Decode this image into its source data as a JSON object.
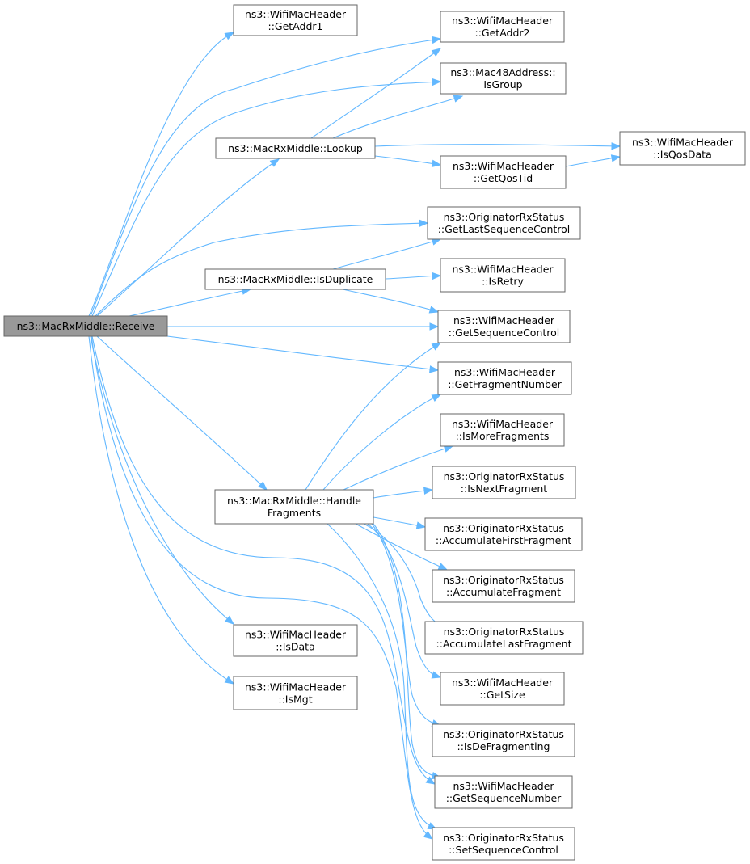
{
  "nodes": [
    {
      "id": "receive",
      "lines": [
        "ns3::MacRxMiddle::Receive"
      ],
      "root": true
    },
    {
      "id": "getaddr1",
      "lines": [
        "ns3::WifiMacHeader",
        "::GetAddr1"
      ]
    },
    {
      "id": "getaddr2",
      "lines": [
        "ns3::WifiMacHeader",
        "::GetAddr2"
      ]
    },
    {
      "id": "isgroup",
      "lines": [
        "ns3::Mac48Address::",
        "IsGroup"
      ]
    },
    {
      "id": "lookup",
      "lines": [
        "ns3::MacRxMiddle::Lookup"
      ]
    },
    {
      "id": "isqosdata",
      "lines": [
        "ns3::WifiMacHeader",
        "::IsQosData"
      ]
    },
    {
      "id": "getqostid",
      "lines": [
        "ns3::WifiMacHeader",
        "::GetQosTid"
      ]
    },
    {
      "id": "getlastseq",
      "lines": [
        "ns3::OriginatorRxStatus",
        "::GetLastSequenceControl"
      ]
    },
    {
      "id": "isduplicate",
      "lines": [
        "ns3::MacRxMiddle::IsDuplicate"
      ]
    },
    {
      "id": "isretry",
      "lines": [
        "ns3::WifiMacHeader",
        "::IsRetry"
      ]
    },
    {
      "id": "getseqctrl",
      "lines": [
        "ns3::WifiMacHeader",
        "::GetSequenceControl"
      ]
    },
    {
      "id": "getfragnum",
      "lines": [
        "ns3::WifiMacHeader",
        "::GetFragmentNumber"
      ]
    },
    {
      "id": "ismorefrag",
      "lines": [
        "ns3::WifiMacHeader",
        "::IsMoreFragments"
      ]
    },
    {
      "id": "handlefrag",
      "lines": [
        "ns3::MacRxMiddle::Handle",
        "Fragments"
      ]
    },
    {
      "id": "isnextfrag",
      "lines": [
        "ns3::OriginatorRxStatus",
        "::IsNextFragment"
      ]
    },
    {
      "id": "accfirst",
      "lines": [
        "ns3::OriginatorRxStatus",
        "::AccumulateFirstFragment"
      ]
    },
    {
      "id": "accfrag",
      "lines": [
        "ns3::OriginatorRxStatus",
        "::AccumulateFragment"
      ]
    },
    {
      "id": "acclast",
      "lines": [
        "ns3::OriginatorRxStatus",
        "::AccumulateLastFragment"
      ]
    },
    {
      "id": "isdata",
      "lines": [
        "ns3::WifiMacHeader",
        "::IsData"
      ]
    },
    {
      "id": "getsize",
      "lines": [
        "ns3::WifiMacHeader",
        "::GetSize"
      ]
    },
    {
      "id": "ismgt",
      "lines": [
        "ns3::WifiMacHeader",
        "::IsMgt"
      ]
    },
    {
      "id": "isdefrag",
      "lines": [
        "ns3::OriginatorRxStatus",
        "::IsDeFragmenting"
      ]
    },
    {
      "id": "getseqnum",
      "lines": [
        "ns3::WifiMacHeader",
        "::GetSequenceNumber"
      ]
    },
    {
      "id": "setseqctrl",
      "lines": [
        "ns3::OriginatorRxStatus",
        "::SetSequenceControl"
      ]
    }
  ],
  "edges": [
    [
      "receive",
      "getaddr1"
    ],
    [
      "receive",
      "getaddr2"
    ],
    [
      "receive",
      "isgroup"
    ],
    [
      "receive",
      "lookup"
    ],
    [
      "receive",
      "getlastseq"
    ],
    [
      "receive",
      "isduplicate"
    ],
    [
      "receive",
      "getseqctrl"
    ],
    [
      "receive",
      "getfragnum"
    ],
    [
      "receive",
      "handlefrag"
    ],
    [
      "receive",
      "isdata"
    ],
    [
      "receive",
      "ismgt"
    ],
    [
      "receive",
      "getseqnum"
    ],
    [
      "receive",
      "setseqctrl"
    ],
    [
      "lookup",
      "getaddr2"
    ],
    [
      "lookup",
      "isgroup"
    ],
    [
      "lookup",
      "isqosdata"
    ],
    [
      "lookup",
      "getqostid"
    ],
    [
      "getqostid",
      "isqosdata"
    ],
    [
      "isduplicate",
      "getlastseq"
    ],
    [
      "isduplicate",
      "isretry"
    ],
    [
      "isduplicate",
      "getseqctrl"
    ],
    [
      "handlefrag",
      "getseqctrl"
    ],
    [
      "handlefrag",
      "getfragnum"
    ],
    [
      "handlefrag",
      "ismorefrag"
    ],
    [
      "handlefrag",
      "isnextfrag"
    ],
    [
      "handlefrag",
      "accfirst"
    ],
    [
      "handlefrag",
      "accfrag"
    ],
    [
      "handlefrag",
      "acclast"
    ],
    [
      "handlefrag",
      "getsize"
    ],
    [
      "handlefrag",
      "isdefrag"
    ],
    [
      "handlefrag",
      "getseqnum"
    ],
    [
      "handlefrag",
      "setseqctrl"
    ]
  ],
  "colors": {
    "edge": "#63b8ff",
    "node_border": "#666666",
    "root_fill": "#999999"
  }
}
